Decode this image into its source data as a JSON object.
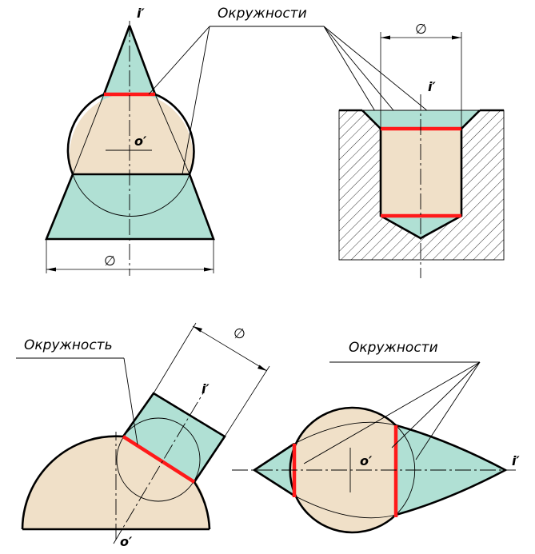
{
  "figures": [
    {
      "id": "cone-sphere",
      "callout": "Окружности",
      "axis_label": "i′",
      "center_label": "o′",
      "diameter_symbol": "∅"
    },
    {
      "id": "countersunk-hole",
      "axis_label": "i′",
      "diameter_symbol": "∅"
    },
    {
      "id": "hemisphere-cylinder",
      "callout": "Окружность",
      "axis_label": "i′",
      "center_label": "o′",
      "diameter_symbol": "∅"
    },
    {
      "id": "sphere-lens",
      "callout": "Окружности",
      "axis_label": "i′",
      "center_label": "o′"
    }
  ],
  "colors": {
    "sphere_fill": "#f0e0c8",
    "cone_fill": "#b0e0d4",
    "section_line": "#ff1a1a",
    "outline": "#000000"
  }
}
